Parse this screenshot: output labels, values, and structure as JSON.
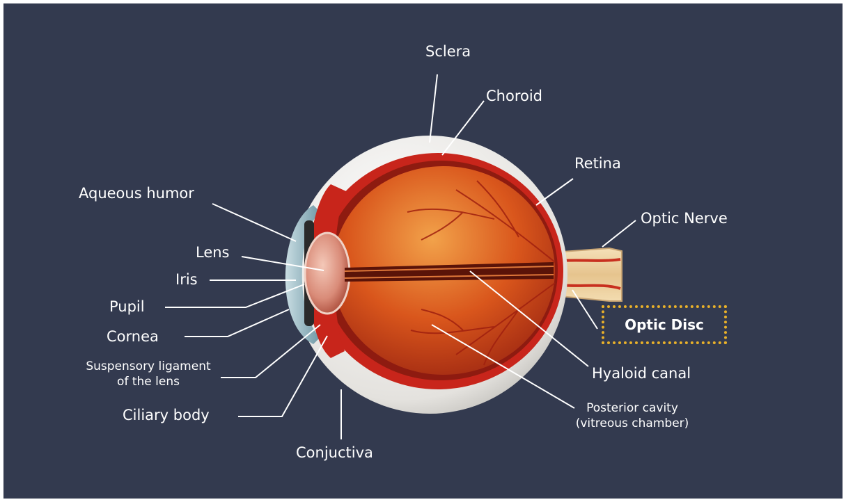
{
  "labels": {
    "sclera": "Sclera",
    "choroid": "Choroid",
    "retina": "Retina",
    "optic_nerve": "Optic Nerve",
    "optic_disc": "Optic Disc",
    "hyaloid_canal": "Hyaloid canal",
    "posterior_cavity_1": "Posterior cavity",
    "posterior_cavity_2": "(vitreous chamber)",
    "conjuctiva": "Conjuctiva",
    "ciliary_body": "Ciliary body",
    "suspensory_1": "Suspensory ligament",
    "suspensory_2": "of the lens",
    "cornea": "Cornea",
    "pupil": "Pupil",
    "iris": "Iris",
    "lens": "Lens",
    "aqueous_humor": "Aqueous humor"
  },
  "colors": {
    "background": "#333a4f",
    "sclera": "#e9e7e2",
    "choroid": "#c8251b",
    "vitreous": "#d4541c",
    "optic_disc_highlight": "#e8b02a"
  }
}
